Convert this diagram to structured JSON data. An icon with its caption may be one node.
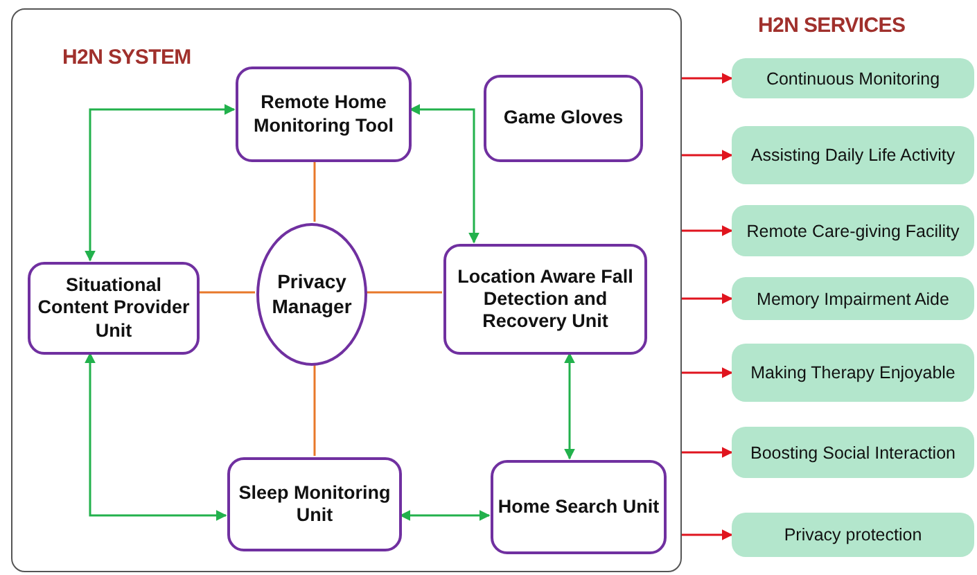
{
  "diagram": {
    "nodes": [
      {
        "text": [
          "H2N SYSTEM"
        ]
      },
      {
        "text": [
          "Remote Home Monitoring Tool"
        ],
        "in": 0
      },
      {
        "text": [
          "Game Gloves"
        ],
        "in": 0
      },
      {
        "text": [
          "Situational Content Provider Unit"
        ],
        "in": 0
      },
      {
        "text": [
          "Privacy Manager"
        ],
        "in": 0
      },
      {
        "text": [
          "Location Aware Fall Detection and Recovery Unit"
        ],
        "in": 0
      },
      {
        "text": [
          "Sleep Monitoring Unit"
        ],
        "in": 0
      },
      {
        "text": [
          "Home Search Unit"
        ],
        "in": 0
      },
      {
        "text": [
          "Continuous Monitoring"
        ]
      },
      {
        "text": [
          "Assisting Daily Life Activity"
        ]
      },
      {
        "text": [
          "Remote Care-giving Facility"
        ]
      },
      {
        "text": [
          "Memory Impairment Aide"
        ]
      },
      {
        "text": [
          "Making Therapy Enjoyable"
        ]
      },
      {
        "text": [
          "Boosting Social Interaction"
        ]
      },
      {
        "text": [
          "Privacy protection"
        ]
      }
    ],
    "edges": [
      {
        "from": 1,
        "to": 3,
        "arrow": "both",
        "color": "#22b14c"
      },
      {
        "from": 1,
        "to": 5,
        "arrow": "both",
        "color": "#22b14c"
      },
      {
        "from": 4,
        "to": 1,
        "arrow": "none",
        "color": "#e8782a"
      },
      {
        "from": 4,
        "to": 3,
        "arrow": "none",
        "color": "#e8782a"
      },
      {
        "from": 4,
        "to": 5,
        "arrow": "none",
        "color": "#e8782a"
      },
      {
        "from": 4,
        "to": 6,
        "arrow": "none",
        "color": "#e8782a"
      },
      {
        "from": 3,
        "to": 6,
        "arrow": "both",
        "color": "#22b14c"
      },
      {
        "from": 5,
        "to": 7,
        "arrow": "both",
        "color": "#22b14c"
      },
      {
        "from": 6,
        "to": 7,
        "arrow": "both",
        "color": "#22b14c"
      },
      {
        "from": 0,
        "to": 8,
        "arrow": "to"
      },
      {
        "from": 0,
        "to": 9,
        "arrow": "to"
      },
      {
        "from": 0,
        "to": 10,
        "arrow": "to"
      },
      {
        "from": 0,
        "to": 11,
        "arrow": "to"
      },
      {
        "from": 0,
        "to": 12,
        "arrow": "to"
      },
      {
        "from": 0,
        "to": 13,
        "arrow": "to"
      },
      {
        "from": 0,
        "to": 14,
        "arrow": "to"
      }
    ],
    "labels": [
      "H2N SERVICES"
    ]
  }
}
